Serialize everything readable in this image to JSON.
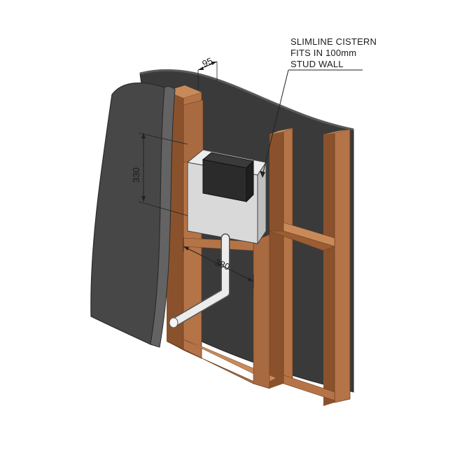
{
  "callout": {
    "lines": [
      "SLIMLINE CISTERN",
      "FITS IN 100mm",
      "STUD WALL"
    ]
  },
  "dimensions": {
    "stud_depth": "95",
    "cistern_height": "330",
    "cistern_width": "380"
  },
  "colors": {
    "timber": "#a0643a",
    "timber_dark": "#7a4524",
    "timber_light": "#c98a5a",
    "board": "#3b3b3b",
    "board_edge": "#585858",
    "cistern_body": "#dcdcdc",
    "cistern_cap": "#2a2a2a",
    "pipe": "#e8e8e8"
  }
}
